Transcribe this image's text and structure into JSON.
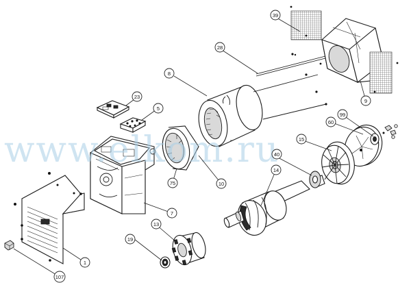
{
  "watermark": "www.elkom.ru",
  "callouts": [
    {
      "id": "1",
      "label": "1"
    },
    {
      "id": "5",
      "label": "5"
    },
    {
      "id": "7",
      "label": "7"
    },
    {
      "id": "8",
      "label": "8"
    },
    {
      "id": "9",
      "label": "9"
    },
    {
      "id": "10",
      "label": "10"
    },
    {
      "id": "13",
      "label": "13"
    },
    {
      "id": "14",
      "label": "14"
    },
    {
      "id": "15",
      "label": "15"
    },
    {
      "id": "19",
      "label": "19"
    },
    {
      "id": "23",
      "label": "23"
    },
    {
      "id": "28",
      "label": "28"
    },
    {
      "id": "39",
      "label": "39"
    },
    {
      "id": "40",
      "label": "40"
    },
    {
      "id": "60",
      "label": "60"
    },
    {
      "id": "75",
      "label": "75"
    },
    {
      "id": "99",
      "label": "99"
    },
    {
      "id": "107",
      "label": "107"
    }
  ]
}
